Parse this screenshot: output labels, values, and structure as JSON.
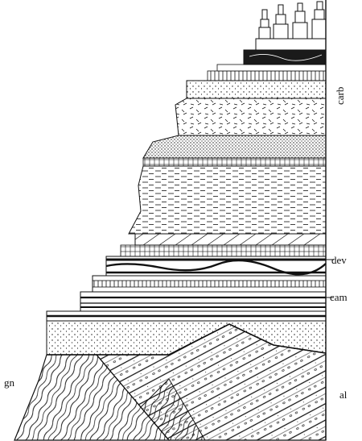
{
  "labels": {
    "carb": "carb",
    "dev": "dev",
    "cam": "cam",
    "al": "al",
    "gn": "gn"
  },
  "colors": {
    "ink": "#111111",
    "paper": "#ffffff"
  }
}
